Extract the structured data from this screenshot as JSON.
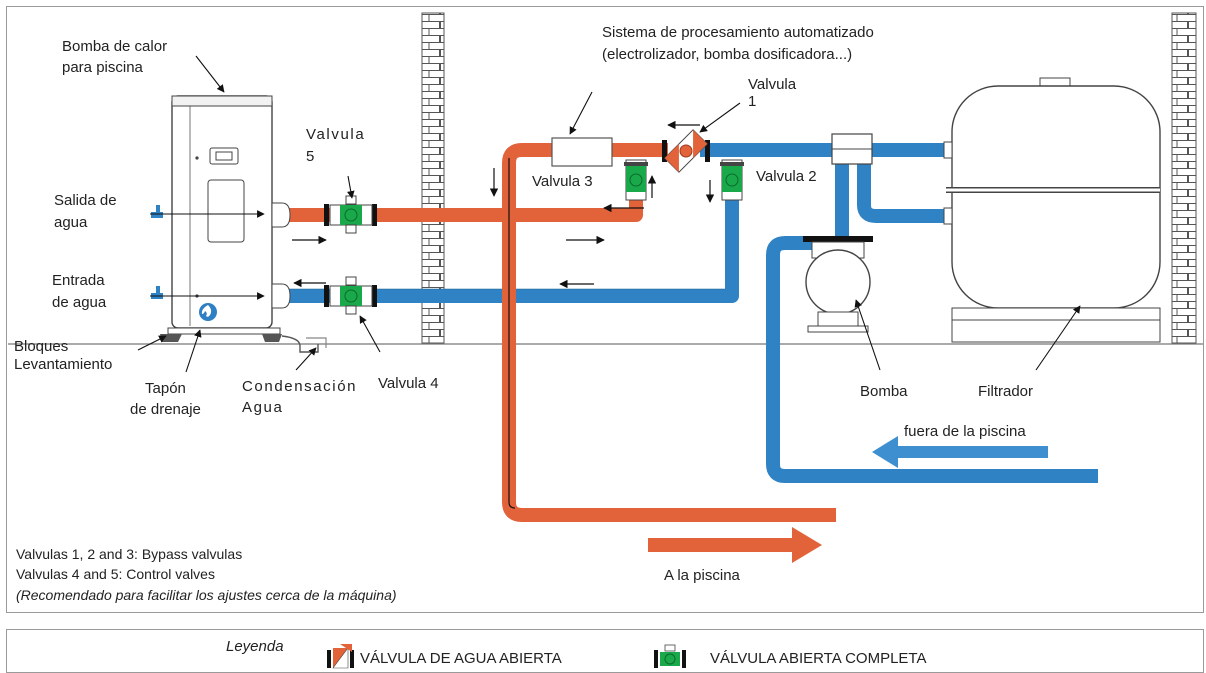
{
  "labels": {
    "heat_pump": "Bomba de calor\npara piscina",
    "water_outlet": "Salida de\nagua",
    "water_inlet": "Entrada\nde agua",
    "lift_blocks": "Bloques\nLevantamiento",
    "drain_plug": "Tapón\nde drenaje",
    "condensation": "Condensación\nAgua",
    "valve5": "Valvula\n5",
    "valve4": "Valvula 4",
    "valve3": "Valvula 3",
    "valve2": "Valvula 2",
    "valve1": "Valvula\n1",
    "processing_system": "Sistema de procesamiento automatizado\n(electrolizador, bomba dosificadora...)",
    "pump": "Bomba",
    "filter": "Filtrador",
    "from_pool": "fuera de la piscina",
    "to_pool": "A la piscina"
  },
  "notes": {
    "line1": "Valvulas 1, 2 and 3: Bypass valvulas",
    "line2": "Valvulas 4 and 5: Control valves",
    "line3": "(Recomendado para facilitar los ajustes cerca de la máquina)"
  },
  "legend": {
    "title": "Leyenda",
    "item1": "VÁLVULA DE AGUA ABIERTA",
    "item2": "VÁLVULA ABIERTA COMPLETA"
  },
  "colors": {
    "hot_pipe": "#e2623a",
    "cold_pipe": "#2f82c4",
    "valve_green": "#19a84a"
  },
  "icons": {
    "water_outlet": "faucet-icon",
    "water_inlet": "faucet-icon",
    "heat_pump_badge": "flame-icon",
    "legend_open_valve": "half-open-valve-icon",
    "legend_full_valve": "fully-open-valve-icon"
  }
}
